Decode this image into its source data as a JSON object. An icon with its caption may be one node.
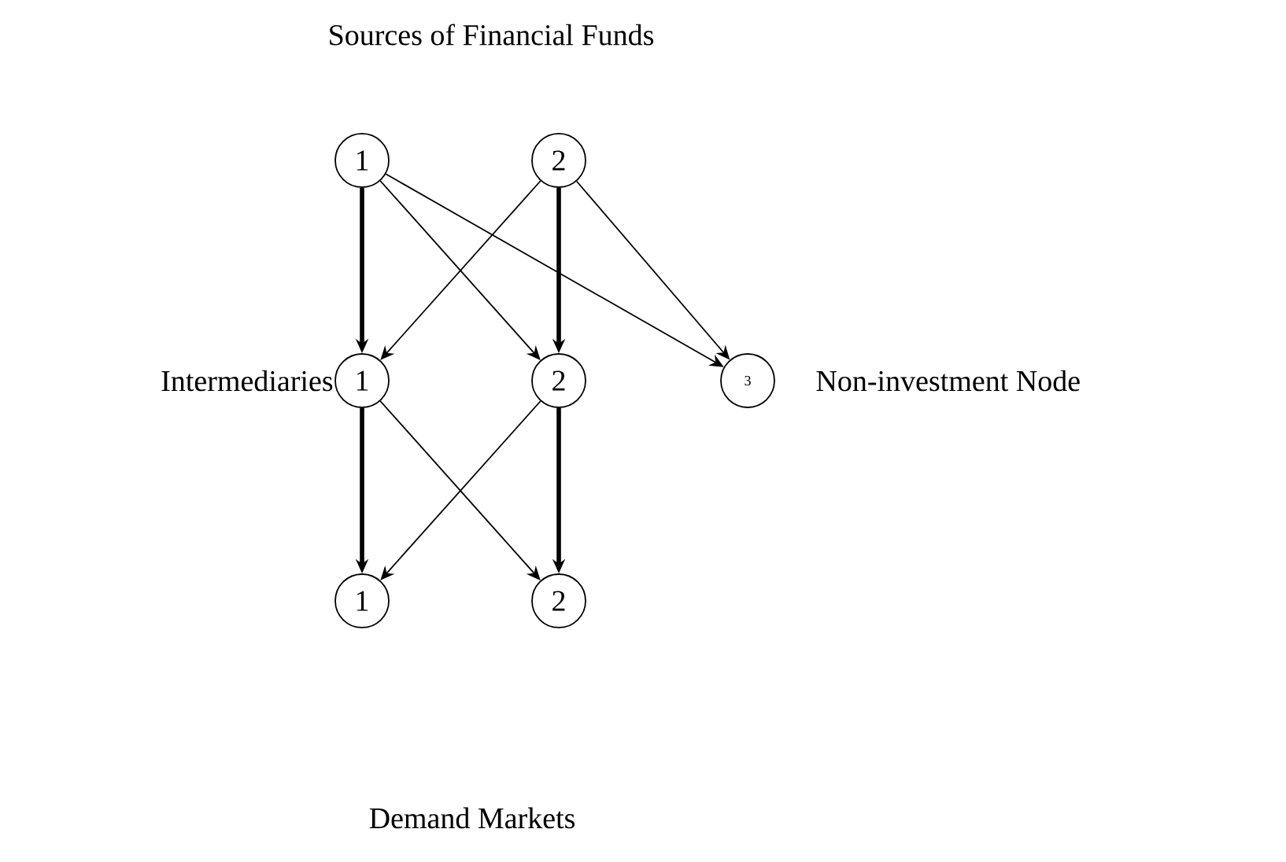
{
  "diagram": {
    "nodes": [
      {
        "text": [
          "1"
        ]
      },
      {
        "text": [
          "2"
        ]
      },
      {
        "text": [
          "1"
        ],
        "beside": [
          "Intermediaries"
        ]
      },
      {
        "text": [
          "2"
        ]
      },
      {
        "text": [
          "3"
        ],
        "beside": [
          "Non-investment Node"
        ]
      },
      {
        "text": [
          "1"
        ]
      },
      {
        "text": [
          "2"
        ]
      }
    ],
    "edges": [
      {
        "from": 0,
        "to": 2,
        "arrow": "to",
        "style": "thick"
      },
      {
        "from": 0,
        "to": 3,
        "arrow": "to"
      },
      {
        "from": 0,
        "to": 4,
        "arrow": "to"
      },
      {
        "from": 1,
        "to": 2,
        "arrow": "to"
      },
      {
        "from": 1,
        "to": 3,
        "arrow": "to",
        "style": "thick"
      },
      {
        "from": 1,
        "to": 4,
        "arrow": "to"
      },
      {
        "from": 2,
        "to": 5,
        "arrow": "to",
        "style": "thick"
      },
      {
        "from": 2,
        "to": 6,
        "arrow": "to"
      },
      {
        "from": 3,
        "to": 5,
        "arrow": "to"
      },
      {
        "from": 3,
        "to": 6,
        "arrow": "to",
        "style": "thick"
      }
    ],
    "labels": [
      "Sources of Financial Funds",
      "Demand Markets"
    ]
  }
}
